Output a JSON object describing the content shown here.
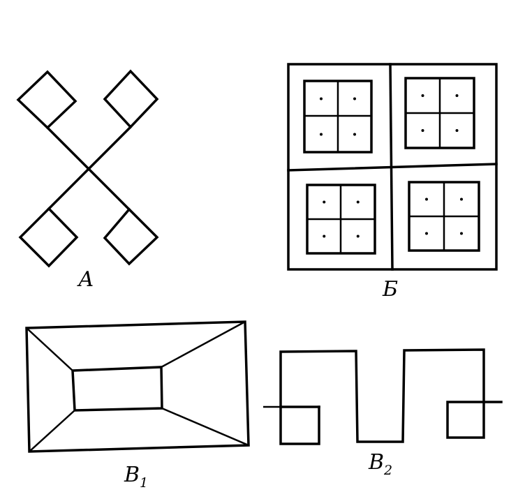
{
  "figures": {
    "a": {
      "label": "А"
    },
    "b": {
      "label": "Б"
    },
    "v1": {
      "label": "В",
      "subscript": "1"
    },
    "v2": {
      "label": "В",
      "subscript": "2"
    }
  }
}
